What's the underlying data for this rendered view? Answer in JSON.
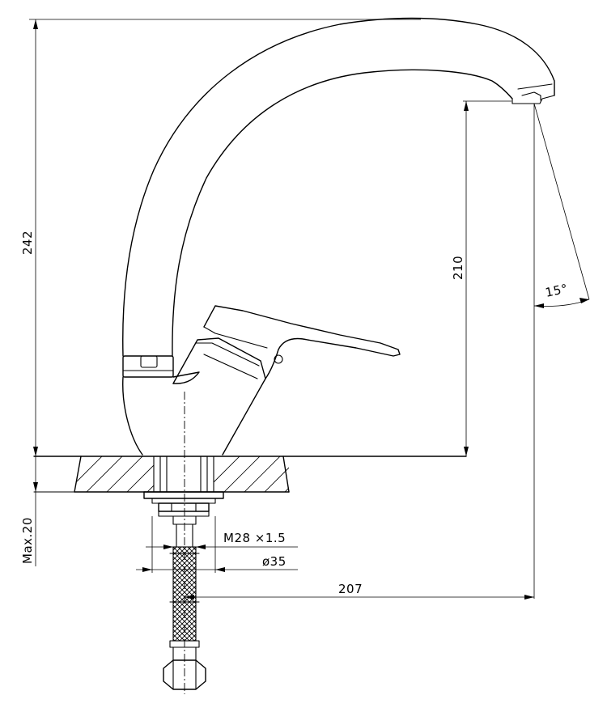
{
  "dimensions": {
    "overall_height": "242",
    "spout_height": "210",
    "swivel_angle": "15°",
    "max_counter_thickness": "Max.20",
    "thread": "M28 ×1.5",
    "hole_diameter": "ø35",
    "spout_reach": "207"
  },
  "colors": {
    "line": "#000000",
    "background": "#ffffff"
  }
}
